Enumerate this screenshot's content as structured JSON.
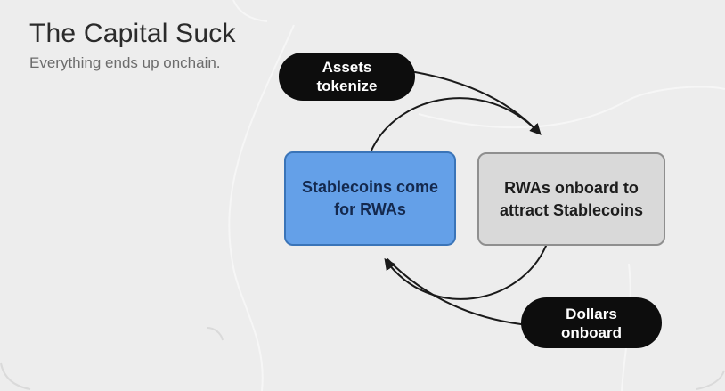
{
  "page": {
    "title": "The Capital Suck",
    "subtitle": "Everything ends up onchain."
  },
  "diagram": {
    "nodes": [
      {
        "id": "stablecoins-come-for-rwas",
        "line1": "Stablecoins come",
        "line2": "for RWAs",
        "fill": "#64a0e8",
        "border": "#3a74b8",
        "text_color": "#14294e"
      },
      {
        "id": "rwas-onboard-to-attract-stablecoins",
        "line1": "RWAs onboard to",
        "line2": "attract Stablecoins",
        "fill": "#d9d9d9",
        "border": "#8f8f8f",
        "text_color": "#1c1c1c"
      }
    ],
    "pills": [
      {
        "id": "assets-tokenize",
        "line1": "Assets",
        "line2": "tokenize",
        "fill": "#0d0d0d",
        "text_color": "#ffffff"
      },
      {
        "id": "dollars-onboard",
        "line1": "Dollars",
        "line2": "onboard",
        "fill": "#0d0d0d",
        "text_color": "#ffffff"
      }
    ],
    "arrow_color": "#1a1a1a",
    "cycle_description": "circular flow between the two nodes"
  },
  "colors": {
    "background": "#ededed",
    "title_text": "#2b2b2b",
    "subtitle_text": "#6c6c6c"
  }
}
